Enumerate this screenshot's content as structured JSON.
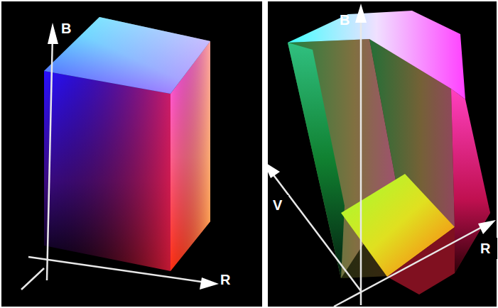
{
  "diagram": {
    "labels": [
      "B",
      "R",
      "B",
      "V",
      "R"
    ]
  }
}
